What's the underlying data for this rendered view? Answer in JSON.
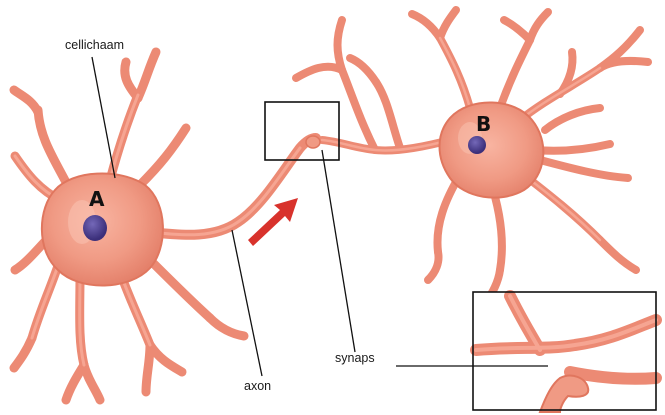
{
  "labels": {
    "cell_body": "cellichaam",
    "axon": "axon",
    "synapse": "synaps",
    "neuron_a": "A",
    "neuron_b": "B"
  },
  "colors": {
    "cell_fill": "#f09a84",
    "cell_outline": "#e0765e",
    "nucleus": "#4a3f8e",
    "arrow": "#d8322c",
    "line": "#111111"
  }
}
